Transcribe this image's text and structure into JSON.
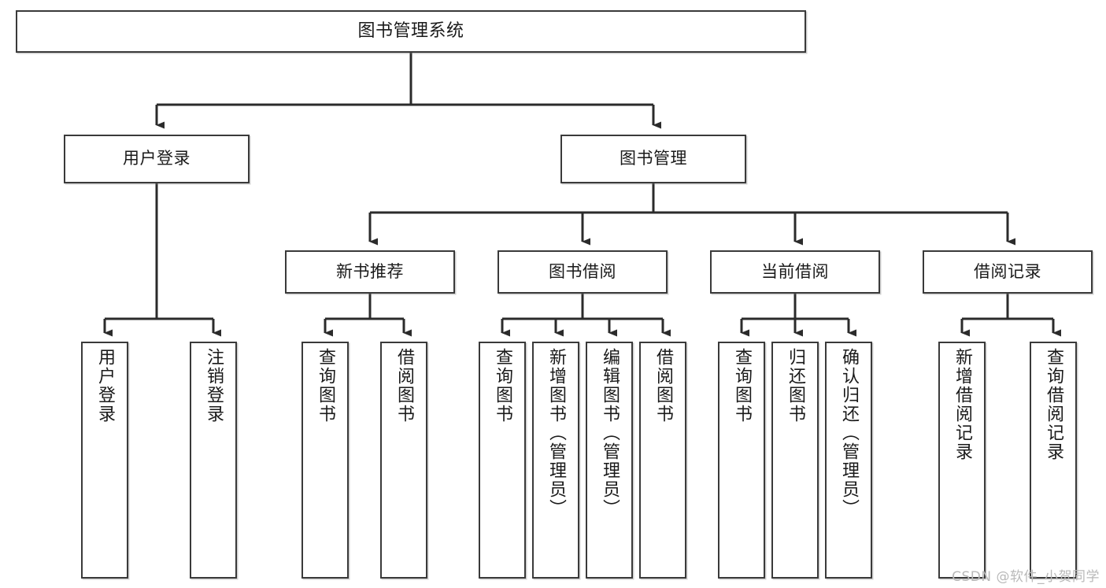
{
  "diagram": {
    "type": "tree-hierarchy",
    "title": "图书管理系统",
    "watermark": "CSDN @软件_小贺同学",
    "colors": {
      "box_border": "#3a3a3a",
      "box_fill": "#ffffff",
      "connector": "#2b2b2b",
      "text": "#1a1a1a",
      "watermark": "#b9b9b9"
    },
    "levels": {
      "level1": [
        {
          "id": "root",
          "label": "图书管理系统"
        }
      ],
      "level2": [
        {
          "id": "user-login",
          "label": "用户登录"
        },
        {
          "id": "book-manage",
          "label": "图书管理"
        }
      ],
      "level3": [
        {
          "id": "new-book-rec",
          "label": "新书推荐"
        },
        {
          "id": "book-borrow",
          "label": "图书借阅"
        },
        {
          "id": "current-borrow",
          "label": "当前借阅"
        },
        {
          "id": "borrow-record",
          "label": "借阅记录"
        }
      ],
      "level4": [
        {
          "id": "leaf-user-login",
          "label": "用户登录",
          "parent": "user-login"
        },
        {
          "id": "leaf-logout",
          "label": "注销登录",
          "parent": "user-login"
        },
        {
          "id": "leaf-query-book-1",
          "label": "查询图书",
          "parent": "new-book-rec"
        },
        {
          "id": "leaf-borrow-book-1",
          "label": "借阅图书",
          "parent": "new-book-rec"
        },
        {
          "id": "leaf-query-book-2",
          "label": "查询图书",
          "parent": "book-borrow"
        },
        {
          "id": "leaf-add-book",
          "label": "新增图书（管理员）",
          "parent": "book-borrow"
        },
        {
          "id": "leaf-edit-book",
          "label": "编辑图书（管理员）",
          "parent": "book-borrow"
        },
        {
          "id": "leaf-borrow-book-2",
          "label": "借阅图书",
          "parent": "book-borrow"
        },
        {
          "id": "leaf-query-book-3",
          "label": "查询图书",
          "parent": "current-borrow"
        },
        {
          "id": "leaf-return-book",
          "label": "归还图书",
          "parent": "current-borrow"
        },
        {
          "id": "leaf-confirm-return",
          "label": "确认归还（管理员）",
          "parent": "current-borrow"
        },
        {
          "id": "leaf-add-record",
          "label": "新增借阅记录",
          "parent": "borrow-record"
        },
        {
          "id": "leaf-query-record",
          "label": "查询借阅记录",
          "parent": "borrow-record"
        }
      ]
    }
  }
}
